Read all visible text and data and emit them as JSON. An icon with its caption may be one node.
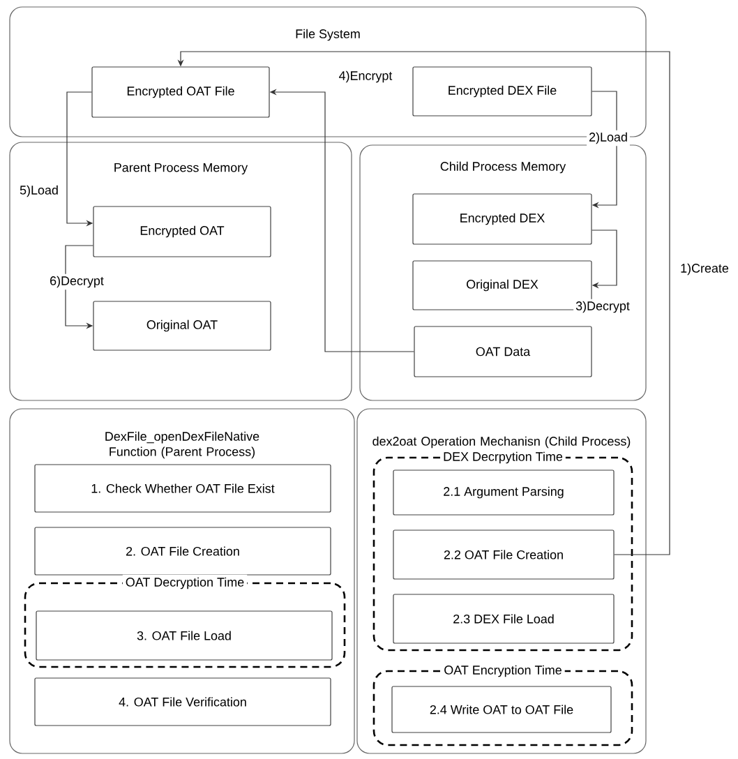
{
  "diagram": {
    "nodes": [
      {
        "text": [
          "File System"
        ]
      },
      {
        "text": [
          "Encrypted OAT File"
        ],
        "in": 0
      },
      {
        "text": [
          "Encrypted DEX File"
        ],
        "in": 0
      },
      {
        "text": [
          "Parent Process Memory"
        ]
      },
      {
        "text": [
          "Encrypted OAT"
        ],
        "in": 3
      },
      {
        "text": [
          "Original OAT"
        ],
        "in": 3
      },
      {
        "text": [
          "Child Process Memory"
        ]
      },
      {
        "text": [
          "Encrypted DEX"
        ],
        "in": 6
      },
      {
        "text": [
          "Original DEX"
        ],
        "in": 6
      },
      {
        "text": [
          "OAT Data"
        ],
        "in": 6
      },
      {
        "text": [
          "DexFile_openDexFileNative Function (Parent Process)"
        ]
      },
      {
        "text": [
          "1. Check Whether OAT File Exist"
        ],
        "in": 10
      },
      {
        "text": [
          "2. OAT File Creation"
        ],
        "in": 10
      },
      {
        "text": [
          "OAT Decryption Time"
        ],
        "in": 10
      },
      {
        "text": [
          "3. OAT File Load"
        ],
        "in": 13
      },
      {
        "text": [
          "4. OAT File Verification"
        ],
        "in": 10
      },
      {
        "text": [
          "dex2oat Operation Mechanisn (Child Process)"
        ]
      },
      {
        "text": [
          "DEX Decrpytion Time"
        ],
        "in": 16
      },
      {
        "text": [
          "2.1 Argument Parsing"
        ],
        "in": 17
      },
      {
        "text": [
          "2.2 OAT File Creation"
        ],
        "in": 17
      },
      {
        "text": [
          "2.3 DEX File Load"
        ],
        "in": 17
      },
      {
        "text": [
          "OAT Encryption Time"
        ],
        "in": 16
      },
      {
        "text": [
          "2.4 Write OAT to OAT File"
        ],
        "in": 21
      }
    ],
    "edges": [
      {
        "from": 19,
        "to": 1,
        "arrow": "to",
        "label": "1)Create"
      },
      {
        "from": 2,
        "to": 7,
        "arrow": "to",
        "label": "2)Load"
      },
      {
        "from": 7,
        "to": 8,
        "arrow": "to",
        "label": "3)Decrypt"
      },
      {
        "from": 9,
        "to": 1,
        "arrow": "to",
        "label": "4)Encrypt"
      },
      {
        "from": 1,
        "to": 4,
        "arrow": "to",
        "label": "5)Load"
      },
      {
        "from": 4,
        "to": 5,
        "arrow": "to",
        "label": "6)Decrypt"
      }
    ]
  }
}
